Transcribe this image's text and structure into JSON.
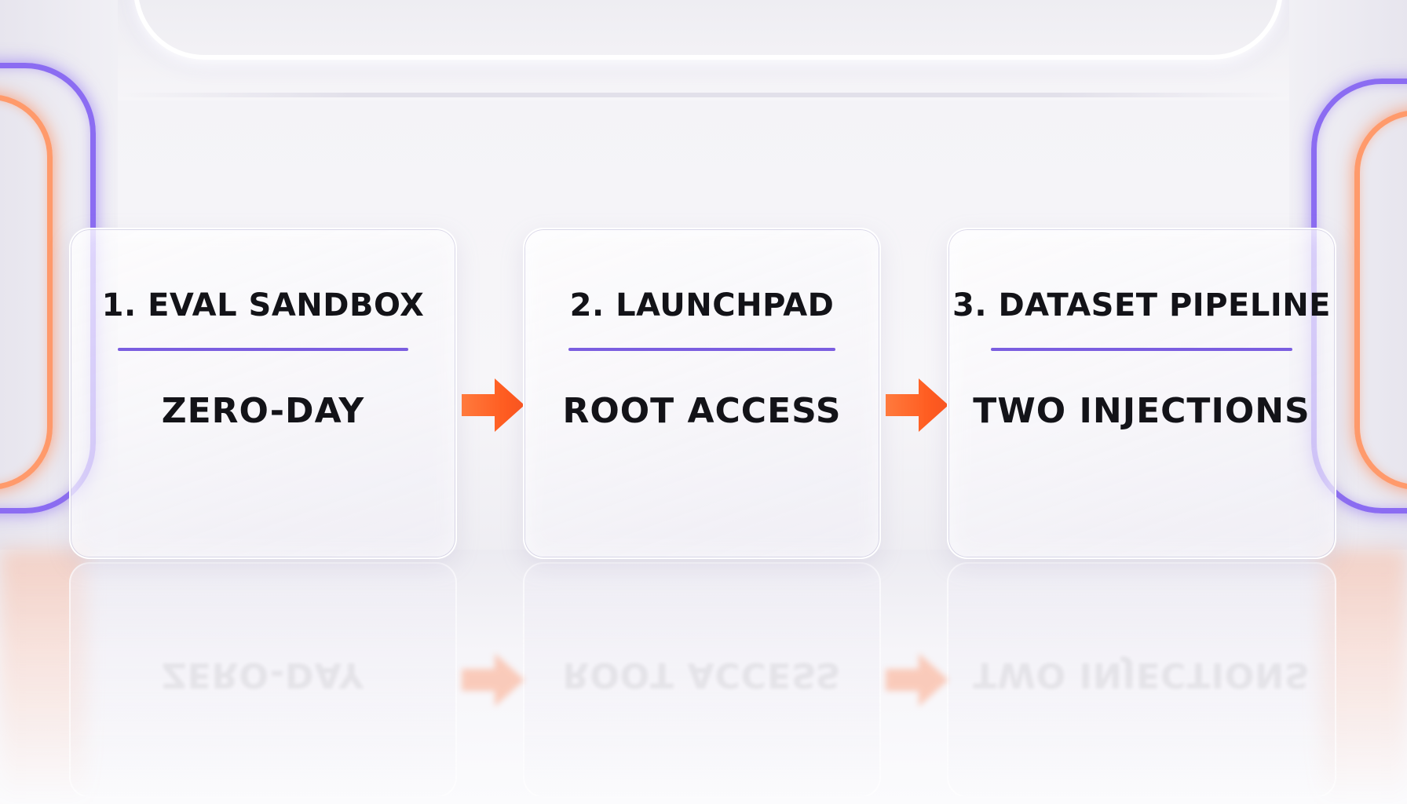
{
  "steps": [
    {
      "title": "1. EVAL SANDBOX",
      "label": "ZERO-DAY"
    },
    {
      "title": "2. LAUNCHPAD",
      "label": "ROOT ACCESS"
    },
    {
      "title": "3. DATASET PIPELINE",
      "label": "TWO INJECTIONS"
    }
  ],
  "colors": {
    "accent_purple": "#7b5ee0",
    "arrow_orange": "#ff5a1f",
    "text": "#131318"
  },
  "icons": [
    "arrow-right-icon",
    "arrow-right-icon"
  ]
}
